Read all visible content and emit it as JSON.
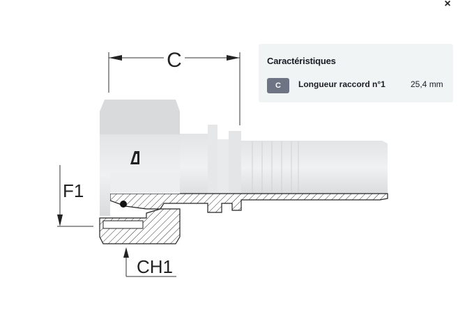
{
  "close_label": "×",
  "drawing": {
    "dimension_c": "C",
    "dimension_f1": "F1",
    "dimension_ch1": "CH1"
  },
  "characteristics": {
    "title": "Caractéristiques",
    "rows": [
      {
        "badge": "C",
        "label": "Longueur raccord n°1",
        "value": "25,4 mm"
      }
    ]
  },
  "colors": {
    "badge": "#6e7484",
    "card_bg": "#f1f4f5"
  }
}
